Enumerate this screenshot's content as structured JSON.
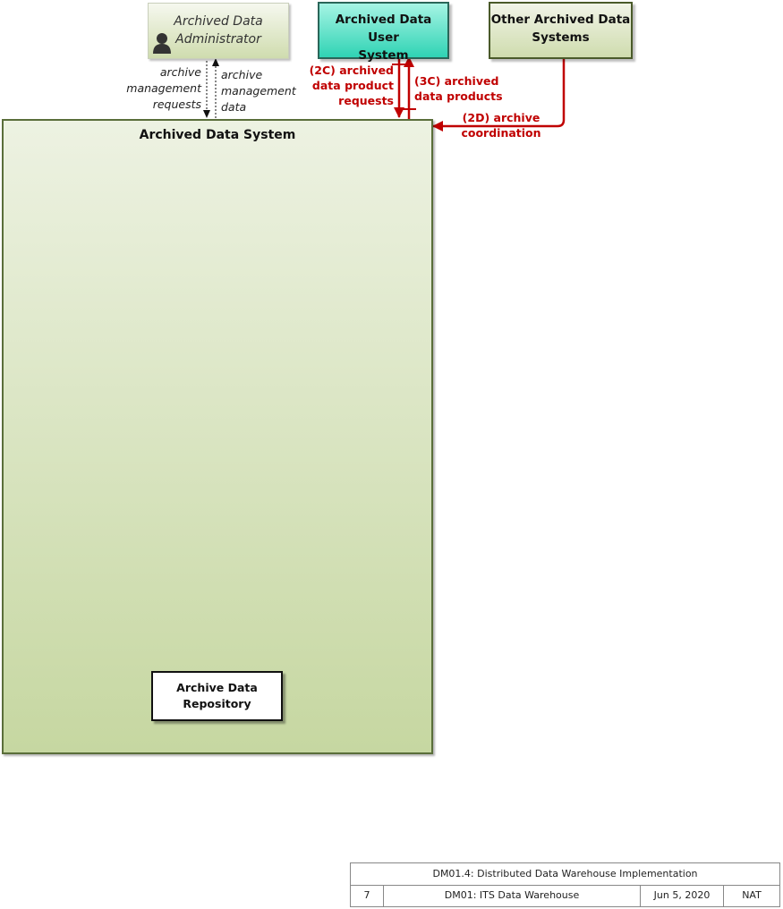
{
  "nodes": {
    "admin": {
      "line1": "Archived Data",
      "line2": "Administrator"
    },
    "ads_user": {
      "line1": "Archived Data User",
      "line2": "System"
    },
    "other_ads": {
      "line1": "Other Archived Data",
      "line2": "Systems"
    },
    "ads": {
      "title": "Archived Data System"
    },
    "repository": {
      "line1": "Archive Data",
      "line2": "Repository"
    }
  },
  "flows": {
    "mgmt_requests": {
      "line1": "archive",
      "line2": "management",
      "line3": "requests"
    },
    "mgmt_data": {
      "line1": "archive",
      "line2": "management",
      "line3": "data"
    },
    "product_requests": {
      "line1": "(2C) archived",
      "line2": "data product",
      "line3": "requests"
    },
    "products": {
      "line1": "(3C) archived",
      "line2": "data products"
    },
    "coordination": {
      "line1": "(2D) archive",
      "line2": "coordination"
    }
  },
  "footer": {
    "title": "DM01.4: Distributed Data Warehouse Implementation",
    "page": "7",
    "package": "DM01: ITS Data Warehouse",
    "date": "Jun 5, 2020",
    "author": "NAT"
  },
  "colors": {
    "flow_red": "#c00000",
    "user_system": "#3ad8b8",
    "ads_green": "#c6d7a1"
  }
}
